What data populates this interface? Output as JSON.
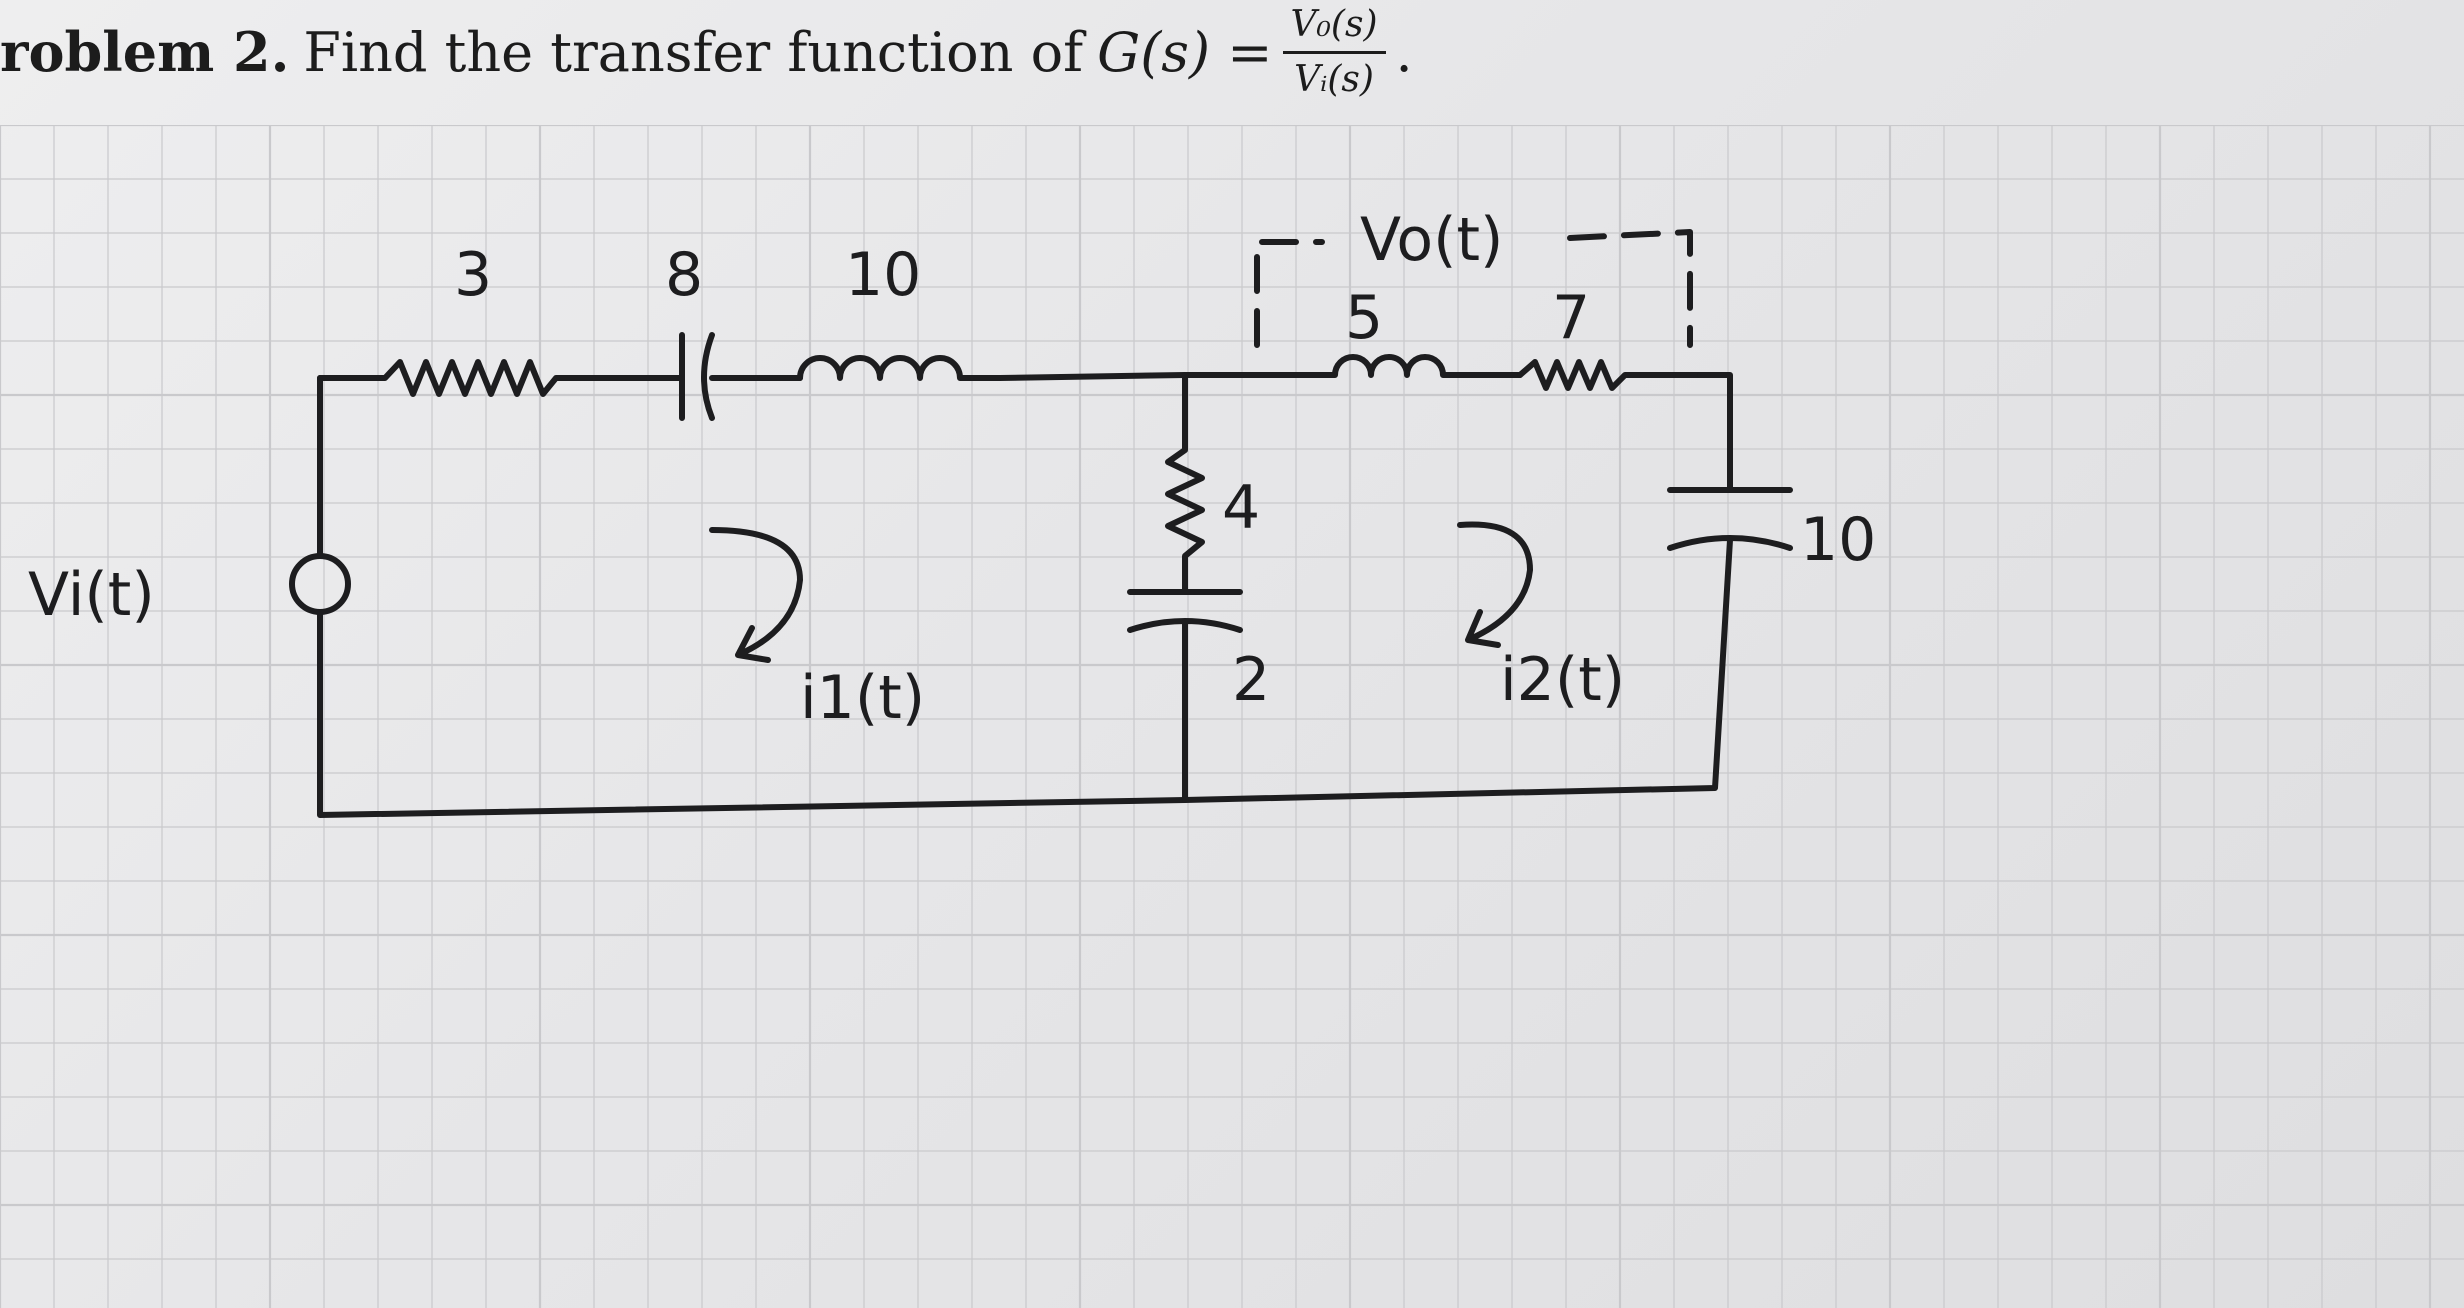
{
  "problem": {
    "prefix": "roblem 2.",
    "text": "Find the transfer function of",
    "function": "G(s) =",
    "numerator": "V₀(s)",
    "denominator": "Vᵢ(s)",
    "period": "."
  },
  "circuit": {
    "source_label": "Vi(t)",
    "elements": {
      "r1": "3",
      "c1": "8",
      "l1": "10",
      "r_shunt": "4",
      "c_shunt": "2",
      "l2": "5",
      "r2": "7",
      "c2": "10"
    },
    "output_label": "Vo(t)",
    "mesh1_label": "i1(t)",
    "mesh2_label": "i2(t)"
  }
}
